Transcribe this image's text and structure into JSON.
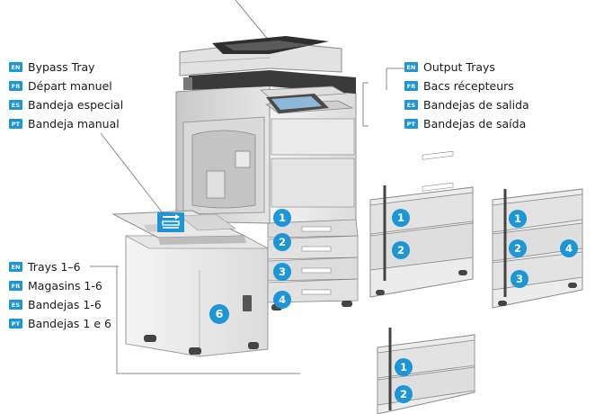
{
  "bypass_tray": {
    "labels": [
      {
        "lang": "EN",
        "text": "Bypass Tray"
      },
      {
        "lang": "FR",
        "text": "Départ manuel"
      },
      {
        "lang": "ES",
        "text": "Bandeja especial"
      },
      {
        "lang": "PT",
        "text": "Bandeja manual"
      }
    ]
  },
  "output_trays": {
    "labels": [
      {
        "lang": "EN",
        "text": "Output Trays"
      },
      {
        "lang": "FR",
        "text": "Bacs récepteurs"
      },
      {
        "lang": "ES",
        "text": "Bandejas de salida"
      },
      {
        "lang": "PT",
        "text": "Bandejas de saída"
      }
    ]
  },
  "trays": {
    "labels": [
      {
        "lang": "EN",
        "text": "Trays 1–6"
      },
      {
        "lang": "FR",
        "text": "Magasins 1-6"
      },
      {
        "lang": "ES",
        "text": "Bandejas 1-6"
      },
      {
        "lang": "PT",
        "text": "Bandejas 1 e 6"
      }
    ]
  },
  "callouts": {
    "main_trays": [
      "1",
      "2",
      "3",
      "4"
    ],
    "hcf": "6",
    "option_a": [
      "1",
      "2"
    ],
    "option_b": [
      "1",
      "2",
      "3",
      "4"
    ],
    "option_c": [
      "1",
      "2"
    ]
  },
  "colors": {
    "accent_blue": "#1e95d4",
    "line_gray": "#8a8a8a",
    "body_light": "#eeeeee",
    "body_shade": "#d2d2d2",
    "dark": "#3a3a3a"
  },
  "icons": {
    "bypass_feed": "paper-feed-arrow-icon",
    "language_badge": "language-badge"
  }
}
